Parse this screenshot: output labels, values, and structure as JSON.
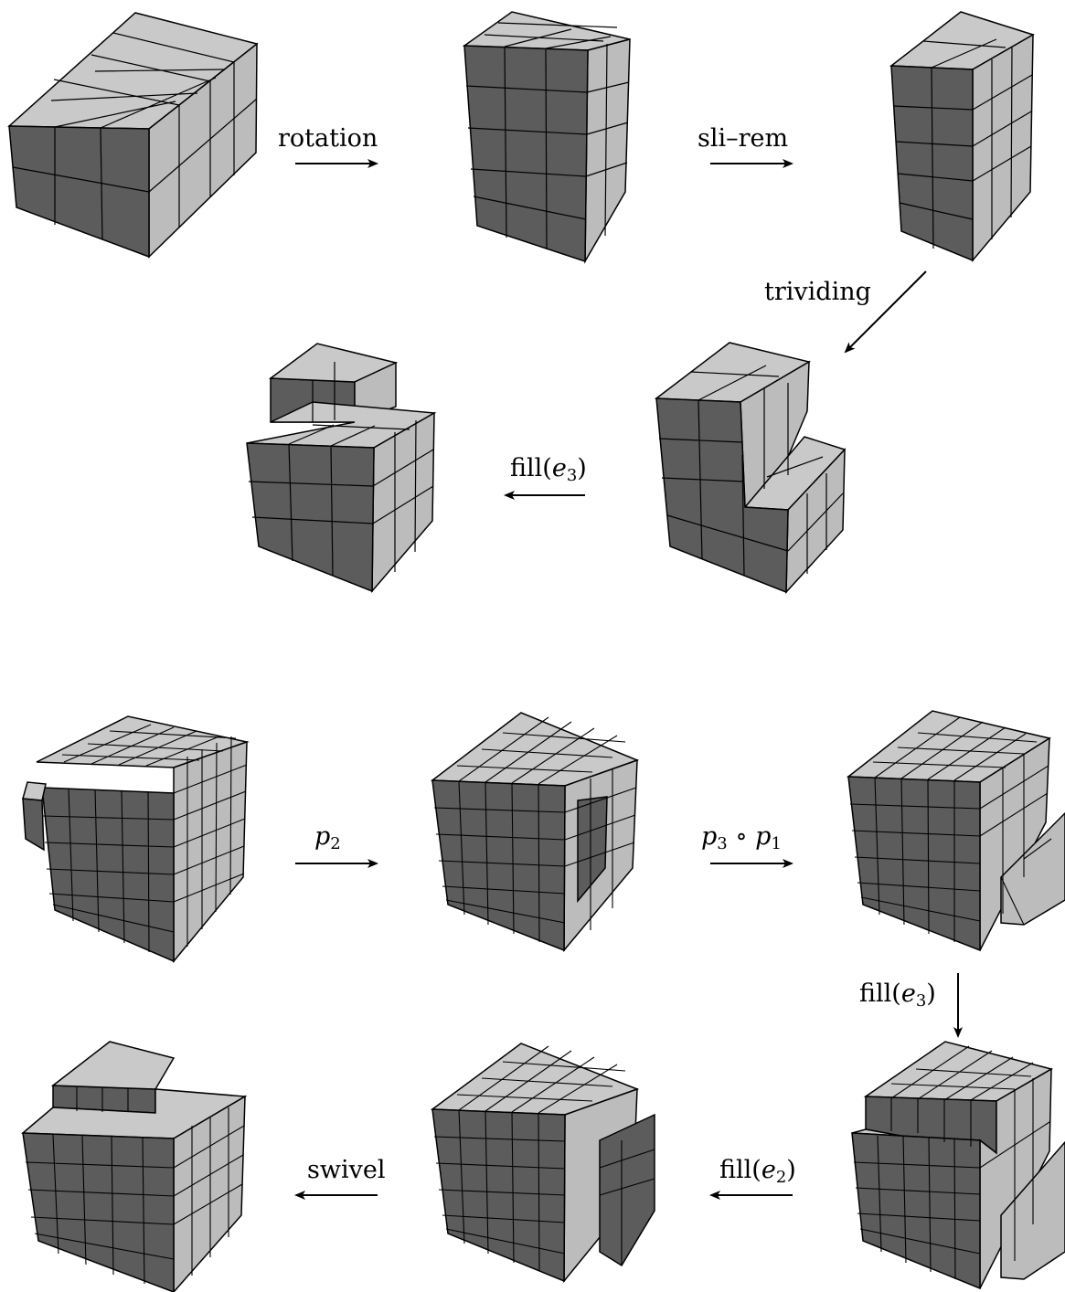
{
  "colors": {
    "top": "#c9c9c9",
    "side": "#bcbcbc",
    "front": "#5c5c5c",
    "edge": "#000000",
    "arrow": "#000000"
  },
  "labels": {
    "rotation": "rotation",
    "sli_rem": "sli–rem",
    "trividing": "trividing",
    "fill_e3_a": {
      "pre": "fill(",
      "var": "e",
      "sub": "3",
      "post": ")"
    },
    "p2": {
      "var": "p",
      "sub": "2"
    },
    "p3p1": {
      "v1": "p",
      "s1": "3",
      "op": " ∘ ",
      "v2": "p",
      "s2": "1"
    },
    "fill_e3_b": {
      "pre": "fill(",
      "var": "e",
      "sub": "3",
      "post": ")"
    },
    "fill_e2": {
      "pre": "fill(",
      "var": "e",
      "sub": "2",
      "post": ")"
    },
    "swivel": "swivel"
  }
}
